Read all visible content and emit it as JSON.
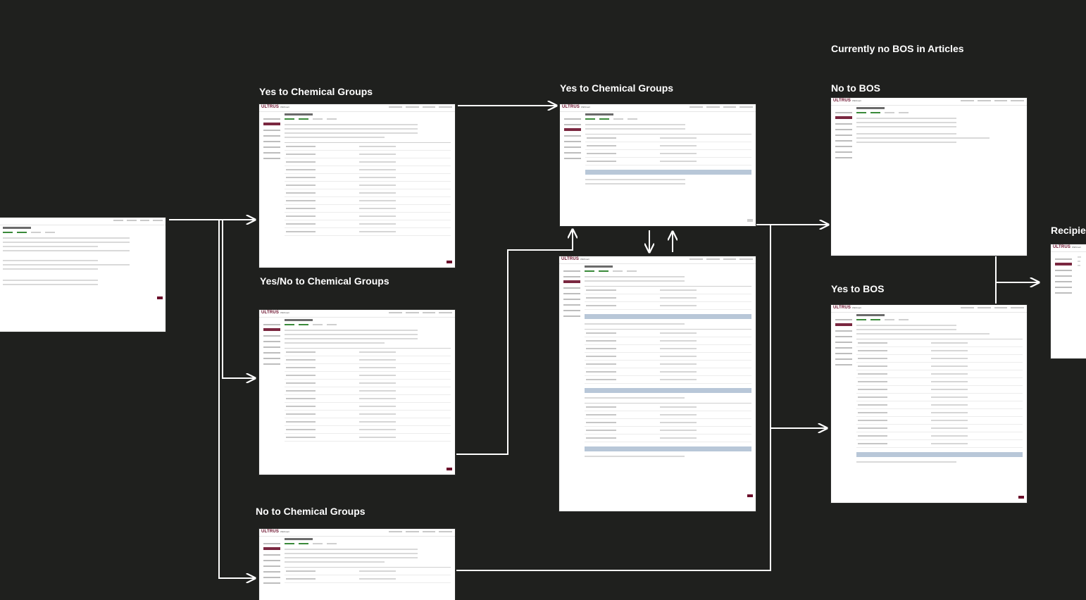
{
  "labels": {
    "yes_chem_groups_1": "Yes to Chemical Groups",
    "yes_no_chem_groups": "Yes/No to Chemical Groups",
    "no_chem_groups": "No to Chemical Groups",
    "yes_chem_groups_2": "Yes to Chemical Groups",
    "currently_no_bos": "Currently no BOS in Articles",
    "no_to_bos": "No to BOS",
    "yes_to_bos": "Yes to BOS",
    "recipient_partial": "Recipie"
  },
  "screens": {
    "logo": "ULTRUS",
    "logo_sub": "WESmart"
  },
  "colors": {
    "background": "#1f201e",
    "connector": "#ffffff",
    "brand": "#6b0f2b"
  }
}
